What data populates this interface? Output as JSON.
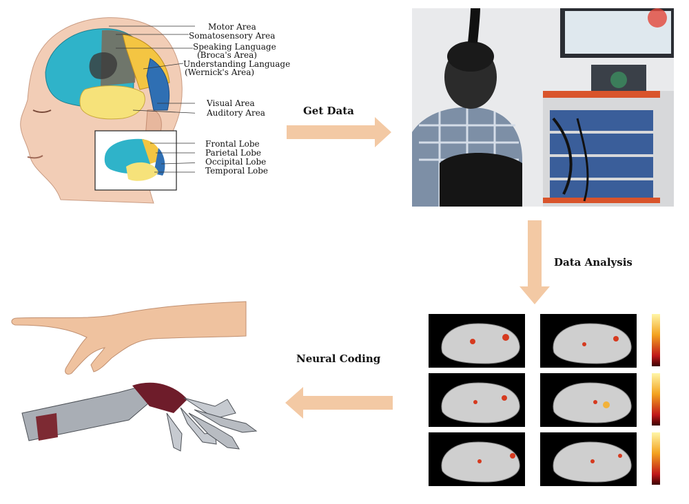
{
  "flow": {
    "step1": "Get Data",
    "step2": "Data Analysis",
    "step3": "Neural Coding"
  },
  "brain_labels": {
    "motor": "Motor Area",
    "somatosensory": "Somatosensory Area",
    "speaking_1": "Speaking Language",
    "speaking_2": "(Broca's Area)",
    "understanding_1": "Understanding Language",
    "understanding_2": "(Wernick's Area)",
    "visual": "Visual Area",
    "auditory": "Auditory Area"
  },
  "lobe_labels": {
    "frontal": "Frontal Lobe",
    "parietal": "Parietal Lobe",
    "occipital": "Occipital Lobe",
    "temporal": "Temporal Lobe"
  },
  "colors": {
    "arrow": "#f3c9a4",
    "frontal": "#2fb3c9",
    "parietal": "#f4c542",
    "occipital": "#2f6fb3",
    "temporal": "#f6e27a"
  }
}
